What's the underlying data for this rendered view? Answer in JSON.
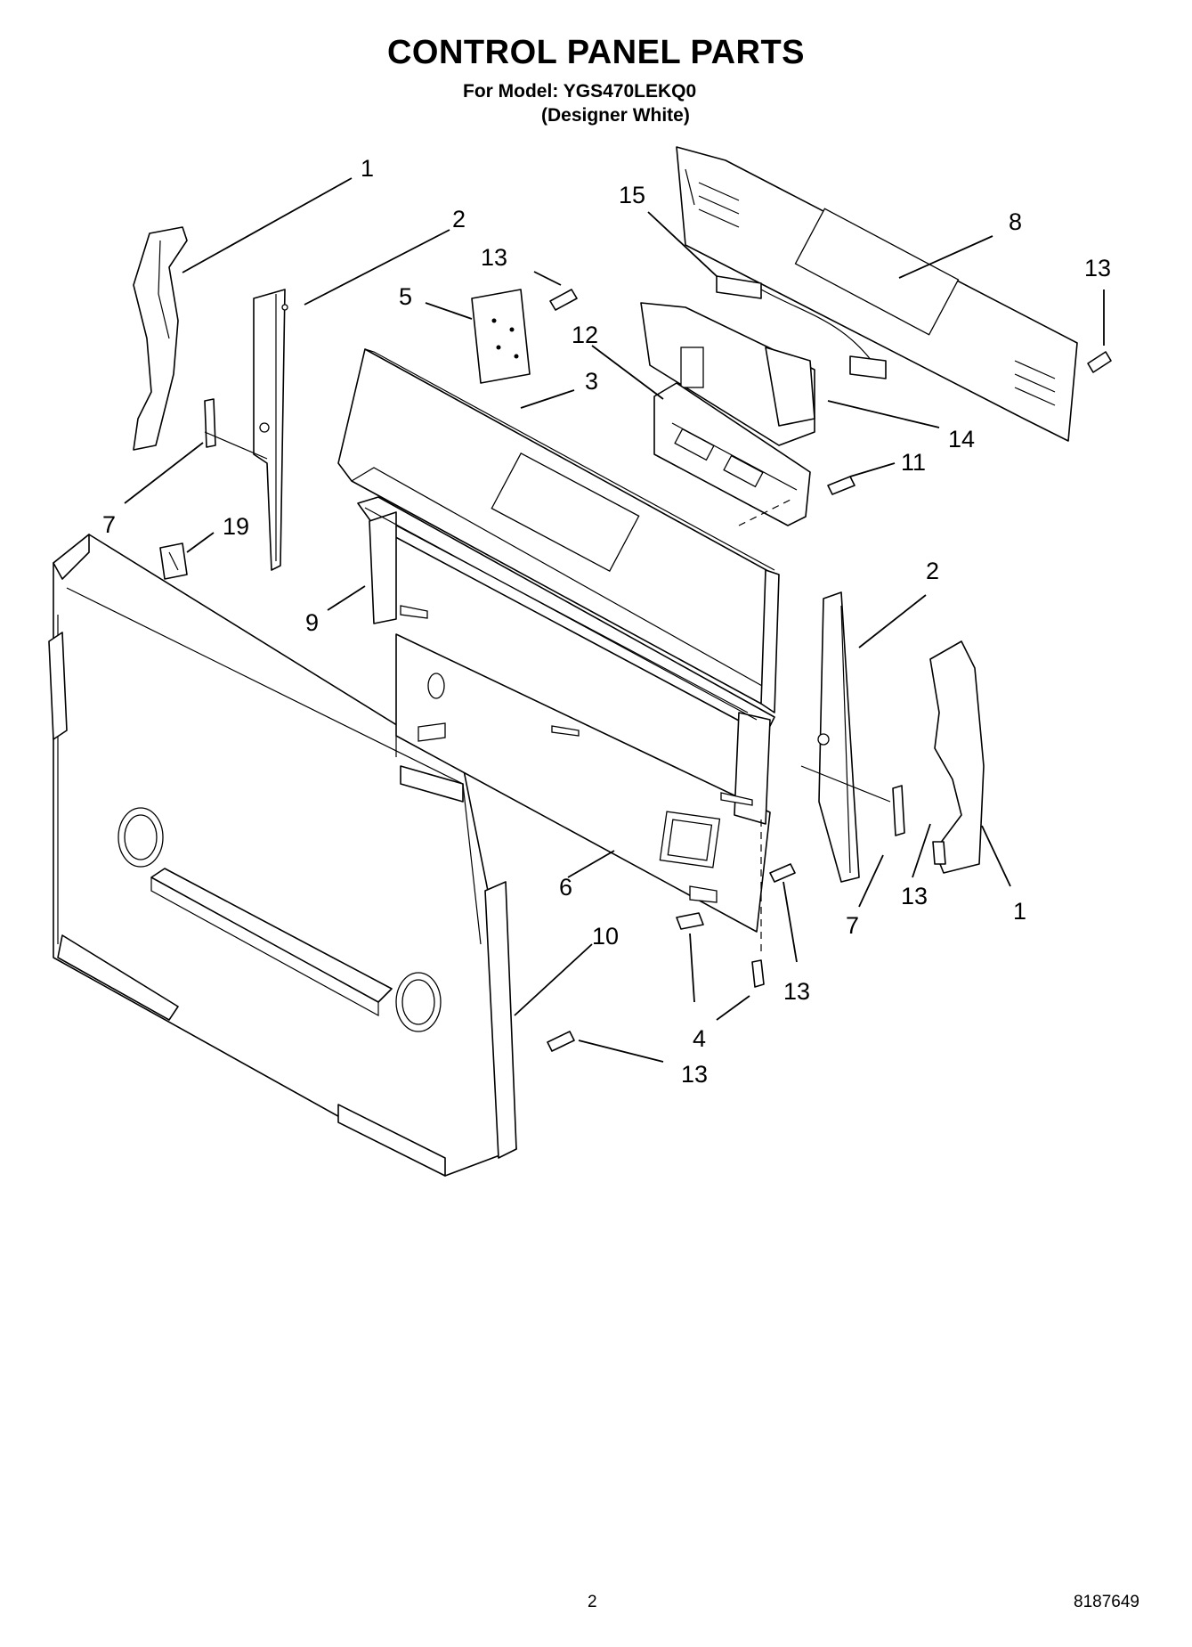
{
  "header": {
    "title": "CONTROL PANEL PARTS",
    "model_line": "For Model: YGS470LEKQ0",
    "color_line": "(Designer White)"
  },
  "callouts": {
    "c1_left": "1",
    "c2_left": "2",
    "c13_top": "13",
    "c5": "5",
    "c15": "15",
    "c8": "8",
    "c13_right": "13",
    "c12": "12",
    "c3": "3",
    "c14": "14",
    "c7_left": "7",
    "c19": "19",
    "c11": "11",
    "c9": "9",
    "c2_right": "2",
    "c1_right": "1",
    "c7_right": "7",
    "c13_mid": "13",
    "c6": "6",
    "c13_low": "13",
    "c10": "10",
    "c4": "4",
    "c13_bottom": "13"
  },
  "footer": {
    "page_number": "2",
    "document_number": "8187649"
  }
}
